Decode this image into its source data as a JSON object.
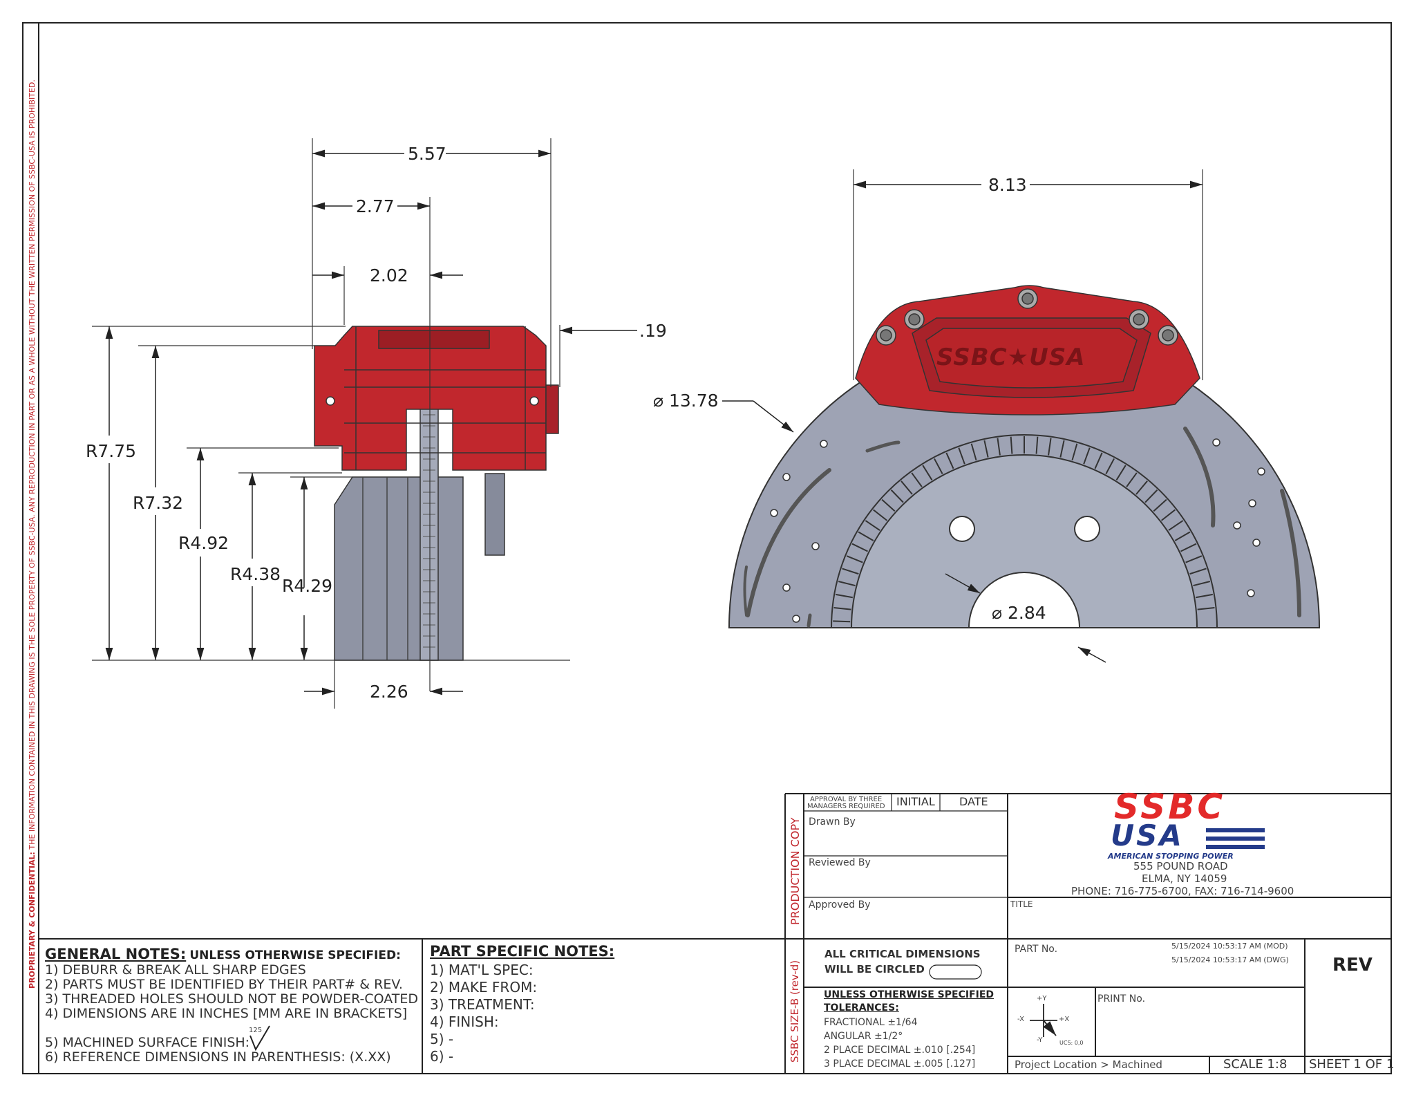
{
  "side_view": {
    "dims": {
      "overall_width": "5.57",
      "width_a": "2.77",
      "width_b": "2.02",
      "offset": ".19",
      "hub_width": "2.26",
      "r1": "R7.75",
      "r2": "R7.32",
      "r3": "R4.92",
      "r4": "R4.38",
      "r5": "R4.29"
    }
  },
  "front_view": {
    "dims": {
      "caliper_span": "8.13",
      "rotor_diameter": "⌀ 13.78",
      "bore_diameter": "⌀ 2.84"
    },
    "caliper_logo": "SSBC★USA"
  },
  "proprietary": {
    "label": "PROPRIETARY & CONFIDENTIAL:",
    "text": "THE INFORMATION CONTAINED IN THIS DRAWING IS THE SOLE PROPERTY OF SSBC-USA. ANY REPRODUCTION IN PART OR AS A WHOLE WITHOUT THE WRITTEN PERMISSION OF SSBC-USA IS PROHIBITED."
  },
  "general_notes": {
    "title": "GENERAL NOTES:",
    "subtitle": "UNLESS OTHERWISE SPECIFIED:",
    "items": [
      "1) DEBURR & BREAK ALL SHARP EDGES",
      "2) PARTS MUST BE IDENTIFIED BY THEIR PART# & REV.",
      "3) THREADED HOLES SHOULD NOT BE POWDER-COATED",
      "4) DIMENSIONS ARE IN INCHES [MM ARE IN BRACKETS]",
      "5) MACHINED SURFACE FINISH:",
      "6) REFERENCE DIMENSIONS IN PARENTHESIS: (X.XX)"
    ],
    "finish_value": "125"
  },
  "part_notes": {
    "title": "PART SPECIFIC NOTES:",
    "items": [
      "1) MAT'L SPEC:",
      "2) MAKE FROM:",
      "3) TREATMENT:",
      "4) FINISH:",
      "5) -",
      "6) -"
    ]
  },
  "title_block": {
    "production_copy": "PRODUCTION COPY",
    "size_label": "SSBC SIZE-B (rev-d)",
    "approval_note_1": "APPROVAL BY THREE",
    "approval_note_2": "MANAGERS REQUIRED",
    "initial": "INITIAL",
    "date": "DATE",
    "drawn_by": "Drawn By",
    "reviewed_by": "Reviewed By",
    "approved_by": "Approved By",
    "critical_1": "ALL CRITICAL DIMENSIONS",
    "critical_2": "WILL BE CIRCLED",
    "tol_title_1": "UNLESS OTHERWISE SPECIFIED",
    "tol_title_2": "TOLERANCES:",
    "tolerances": [
      "FRACTIONAL ±1/64",
      "ANGULAR ±1/2°",
      "2 PLACE DECIMAL ±.010 [.254]",
      "3 PLACE DECIMAL ±.005 [.127]"
    ],
    "company": {
      "logo_line1": "SSBC",
      "logo_line2": "USA",
      "tagline": "AMERICAN STOPPING POWER",
      "address1": "555 POUND ROAD",
      "address2": "ELMA, NY 14059",
      "phone": "PHONE: 716-775-6700, FAX: 716-714-9600"
    },
    "title_label": "TITLE",
    "part_no_label": "PART  No.",
    "mod_date": "5/15/2024 10:53:17 AM (MOD)",
    "dwg_date": "5/15/2024 10:53:17 AM (DWG)",
    "rev_label": "REV",
    "print_no_label": "PRINT  No.",
    "axis": {
      "py": "+Y",
      "ny": "-Y",
      "px": "+X",
      "nx": "-X",
      "ucs": "UCS: 0,0"
    },
    "project_location": "Project Location > Machined",
    "scale": "SCALE 1:8",
    "sheet": "SHEET 1  OF 1"
  },
  "colors": {
    "caliper_red": "#c1272d",
    "caliper_dark": "#8e1a1f",
    "rotor_gray": "#9ea3b4",
    "rotor_dark": "#6f7485",
    "logo_red": "#e32a2a",
    "logo_blue": "#243b8a"
  }
}
